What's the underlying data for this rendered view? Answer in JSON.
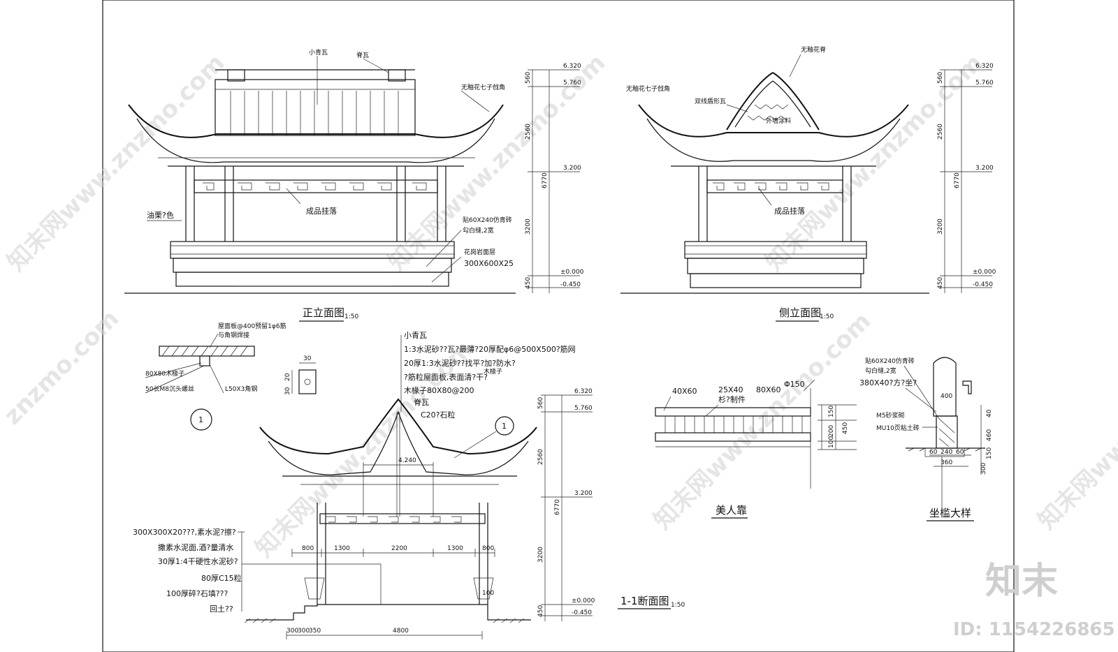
{
  "titles": {
    "front": "正立面图",
    "side": "侧立面图",
    "section": "1-1断面图",
    "bench": "美人靠",
    "sill": "坐槛大样",
    "scale": "1:50"
  },
  "front_labels": {
    "small_tile": "小青瓦",
    "ridge_tile": "脊瓦",
    "corner": "无釉花七子戗角",
    "paint": "油栗?色",
    "hanging": "成品挂落",
    "brick": "贴60X240仿青砖",
    "joint": "勾白缝,2宽",
    "granite": "花岗岩面层",
    "granite_size": "300X600X25"
  },
  "side_labels": {
    "ridge": "无釉花脊",
    "corner": "无釉花七子戗角",
    "double_tile": "双线盾形瓦",
    "paint": "外墙涂料",
    "hanging": "成品挂落"
  },
  "elevations": [
    "6.320",
    "5.760",
    "3.200",
    "±0.000",
    "-0.450"
  ],
  "dims_vertical": [
    "560",
    "2560",
    "6770",
    "3200",
    "450"
  ],
  "section_labels": {
    "small_tile": "小青瓦",
    "l1": "1:3水泥砂??瓦?最薄?20厚配φ6@500X500?筋网",
    "l2": "20厚1:3水泥砂??找平?加?防水?",
    "l3": "?筋粒屋面板,表面清?干?",
    "l4": "木椽子80X80@200",
    "ridge_tile": "脊瓦",
    "c20": "C20?石粒",
    "elev_4240": "4.240",
    "wood_strip": "木椽子",
    "callout": "1"
  },
  "section_left": [
    "300X300X20???,素水泥?擦?",
    "撒素水泥面,酒?量清水",
    "30厚1:4干硬性水泥砂?",
    "80厚C15粒",
    "100厚碎?石填???",
    "回土??"
  ],
  "section_dims": [
    "800",
    "1300",
    "2200",
    "1300",
    "800"
  ],
  "section_bottom": [
    "300",
    "300",
    "350",
    "4800",
    "100"
  ],
  "detail1": {
    "l1": "屋面板@400预留1φ6筋",
    "l2": "与角钢焊接",
    "wood": "80X80木椽子",
    "bolt": "50长M8沉头螺丝",
    "angle": "L50X3角钢",
    "w30": "30",
    "h20": "20",
    "h30": "30",
    "callout": "1"
  },
  "bench": {
    "d1": "40X60",
    "d2": "25X40",
    "d3": "80X60",
    "d4": "Φ150",
    "note": "杉?制件",
    "v1": "150",
    "v2": "200",
    "v3": "450",
    "v4": "100"
  },
  "sill": {
    "brick": "贴60X240仿青砖",
    "joint": "勾白缝,2宽",
    "stone": "380X40?方?坐?",
    "v400": "400",
    "mortar": "M5砂浆砌",
    "clay": "MU10页粘土砖",
    "v40": "40",
    "v460": "460",
    "v150": "150",
    "v300": "300",
    "h1": "60",
    "h2": "240",
    "h3": "60",
    "h4": "360"
  },
  "watermark": {
    "brand": "知末",
    "id": "ID: 1154226865",
    "site": "znzmo.com",
    "site2": "知末网www.znzmo.com"
  }
}
